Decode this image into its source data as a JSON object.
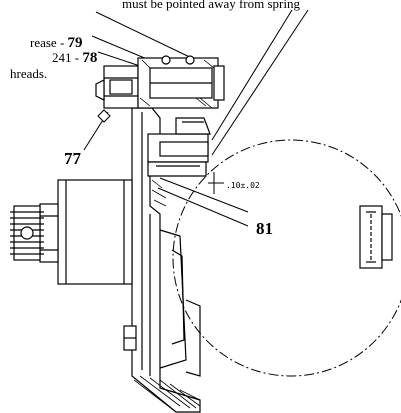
{
  "figure": {
    "caption_top": "must be pointed away from spring",
    "note_line1_text": "rease - ",
    "note_line1_number": "79",
    "note_line2_text": "241 - ",
    "note_line2_number": "78",
    "note_line3_text": "hreads.",
    "callout_77": "77",
    "callout_81": "81",
    "dimension": ".10±.02"
  }
}
